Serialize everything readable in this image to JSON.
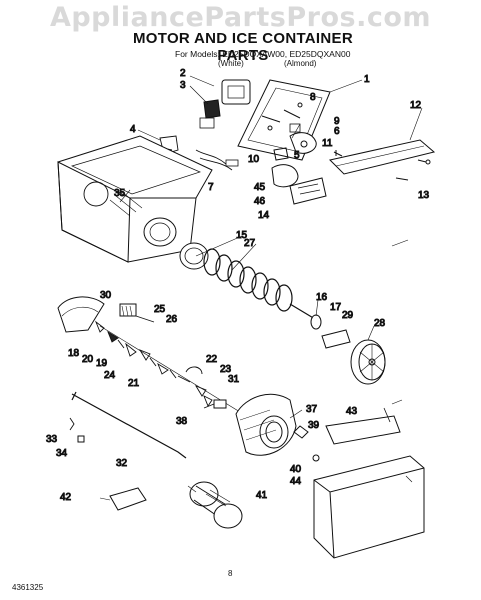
{
  "watermark": "AppliancePartsPros.com",
  "title": "MOTOR AND ICE CONTAINER PARTS",
  "models": "For Models: ED25DQXAW00, ED25DQXAN00",
  "color_white": "(White)",
  "color_almond": "(Almond)",
  "footer_code": "4361325",
  "page_number": "8",
  "callouts": [
    "1",
    "2",
    "3",
    "4",
    "5",
    "6",
    "7",
    "8",
    "9",
    "10",
    "11",
    "12",
    "13",
    "14",
    "15",
    "16",
    "17",
    "18",
    "19",
    "20",
    "21",
    "22",
    "23",
    "24",
    "25",
    "26",
    "27",
    "28",
    "29",
    "30",
    "31",
    "32",
    "33",
    "34",
    "35",
    "37",
    "38",
    "39",
    "40",
    "41",
    "42",
    "43",
    "44",
    "45",
    "46"
  ]
}
